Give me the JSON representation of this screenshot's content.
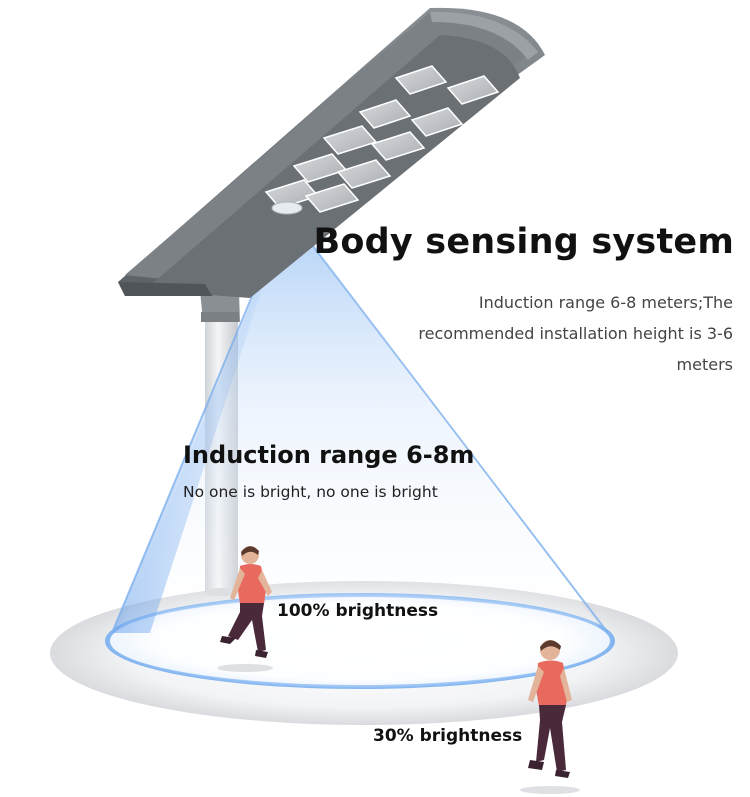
{
  "heading": "Body sensing system",
  "description": "Induction range 6-8 meters;The recommended installation height is 3-6 meters",
  "range": {
    "title": "Induction range 6-8m",
    "subtitle": "No one is bright, no one is bright"
  },
  "levels": {
    "full": "100% brightness",
    "dim": "30% brightness"
  },
  "colors": {
    "light_beam": "#7fb3f0",
    "lamp_body": "#6e7378",
    "pole": "#e6e8ea",
    "shirt": "#e86a5f",
    "pants": "#4a2a3a"
  },
  "icons": [
    "solar-street-light-icon",
    "walking-person-icon"
  ]
}
